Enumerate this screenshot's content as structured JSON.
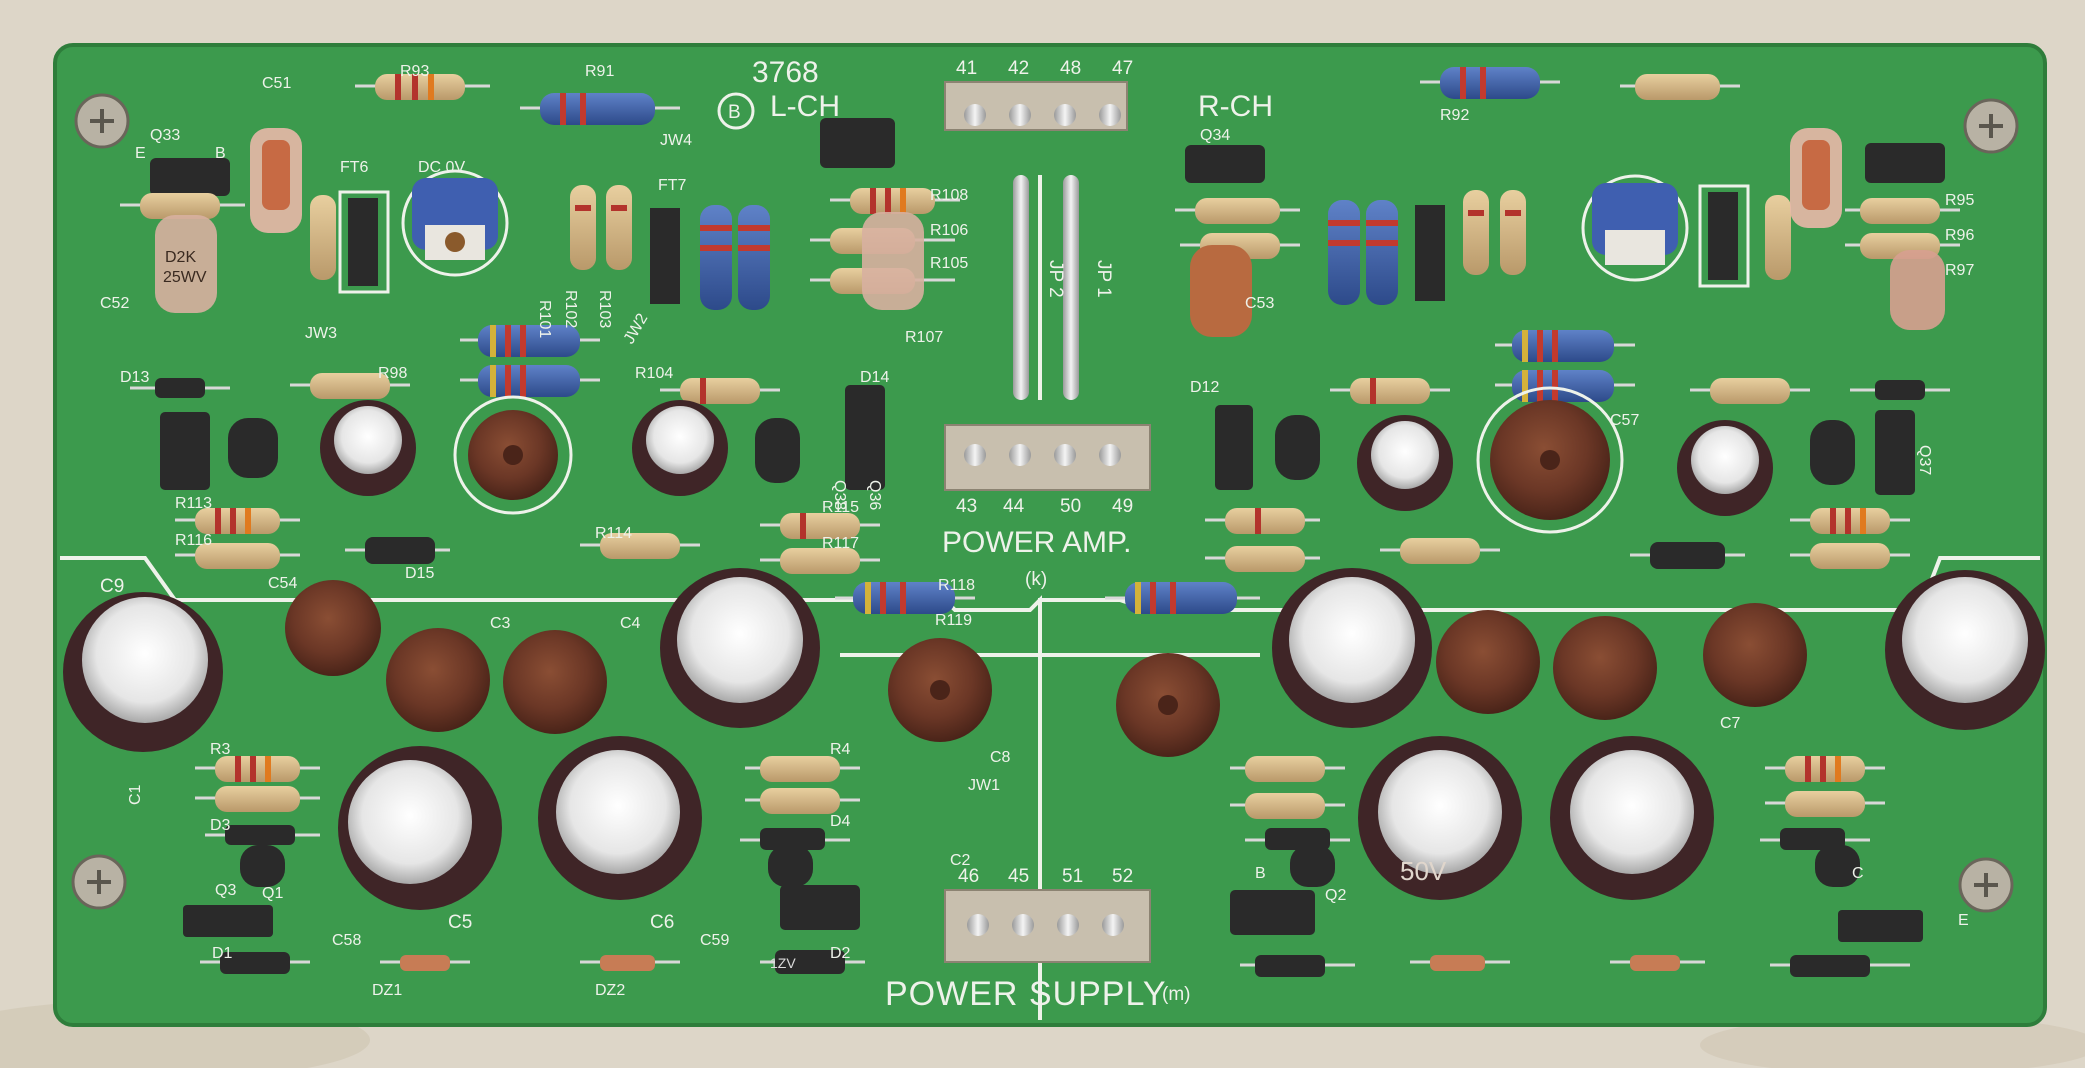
{
  "board": {
    "number": "3768",
    "revision": "B",
    "left_channel": "L-CH",
    "right_channel": "R-CH",
    "power_amp": "POWER AMP.",
    "power_amp_code": "(k)",
    "power_supply": "POWER SUPPLY",
    "power_supply_code": "(m)",
    "colors": {
      "background_cloth": "#ddd6c8",
      "pcb": "#3c9a4d",
      "silkscreen": "#eef2ea",
      "capacitor_sleeve": "#3f2527",
      "connector": "#c8bfae"
    }
  },
  "connectors": {
    "top_pins": [
      "41",
      "42",
      "48",
      "47"
    ],
    "middle_pins": [
      "43",
      "44",
      "50",
      "49"
    ],
    "bottom_pins": [
      "46",
      "45",
      "51",
      "52"
    ]
  },
  "jumpers_center": [
    "JP 2",
    "JP 1"
  ],
  "labels_left": [
    "C51",
    "R93",
    "R91",
    "Q33",
    "E",
    "B",
    "DC 0V",
    "FT6",
    "FT7",
    "R101",
    "R102",
    "R103",
    "R108",
    "R106",
    "R105",
    "R107",
    "JW3",
    "JW2",
    "JW4",
    "C52",
    "D13",
    "D14",
    "R98",
    "R104",
    "R113",
    "R116",
    "R115",
    "R117",
    "R114",
    "D15",
    "Q36",
    "Q38",
    "C9",
    "C54",
    "C3",
    "C4",
    "R118",
    "R119",
    "C8",
    "R3",
    "R4",
    "C1",
    "D3",
    "D4",
    "Q1",
    "Q3",
    "D1",
    "D2",
    "C58",
    "C59",
    "C5",
    "C6",
    "C7",
    "DZ1",
    "DZ2",
    "JW1",
    "C2"
  ],
  "labels_right": [
    "R92",
    "Q34",
    "C53",
    "C57",
    "D12",
    "Q37",
    "R95",
    "R96",
    "R97",
    "Q2",
    "E",
    "B",
    "C"
  ],
  "component_markings": [
    "D2K",
    "25WV",
    "50V",
    "1ZV"
  ]
}
